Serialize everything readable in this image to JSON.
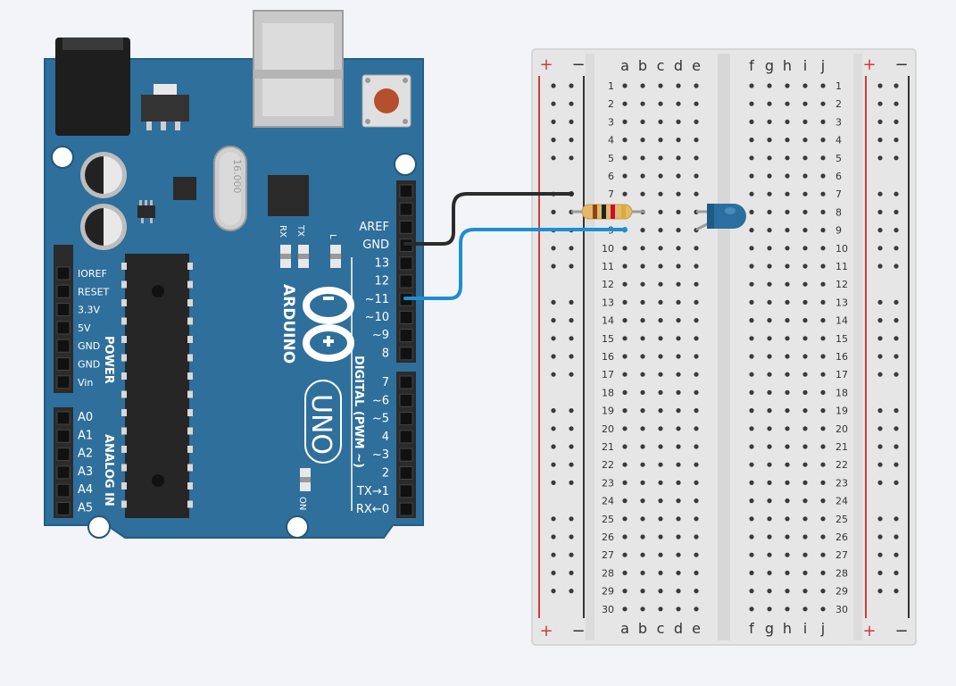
{
  "arduino": {
    "brand": "ARDUINO",
    "model": "UNO",
    "crystal": "16.000",
    "led_labels": {
      "rx": "RX",
      "tx": "TX",
      "l": "L",
      "on": "ON"
    },
    "power_header_title": "POWER",
    "power_pins": [
      "IOREF",
      "RESET",
      "3.3V",
      "5V",
      "GND",
      "GND",
      "Vin"
    ],
    "analog_header_title": "ANALOG IN",
    "analog_pins": [
      "A0",
      "A1",
      "A2",
      "A3",
      "A4",
      "A5"
    ],
    "digital_header_title": "DIGITAL (PWM ~)",
    "digital_pins_top": [
      "AREF",
      "GND",
      "13",
      "12",
      "~11",
      "~10",
      "~9",
      "8"
    ],
    "digital_pins_bottom": [
      "7",
      "~6",
      "~5",
      "4",
      "~3",
      "2",
      "TX→1",
      "RX←0"
    ],
    "colors": {
      "board": "#2f6f9b",
      "board_edge": "#255d85",
      "header": "#2b2b2b"
    }
  },
  "breadboard": {
    "rows": 30,
    "left_columns": [
      "a",
      "b",
      "c",
      "d",
      "e"
    ],
    "right_columns": [
      "f",
      "g",
      "h",
      "i",
      "j"
    ],
    "rail_plus": "+",
    "rail_minus": "−",
    "colors": {
      "body": "#e6e6e6",
      "plus_line": "#d23b3b",
      "minus_line": "#333333"
    }
  },
  "components": {
    "resistor": {
      "bands": [
        "#8b4513",
        "#222222",
        "#c8102e",
        "#d4af37"
      ],
      "body": "#e3b86c"
    },
    "led": {
      "color": "#2a6f9f"
    },
    "wires": [
      {
        "name": "gnd-wire",
        "from": "GND",
        "to": "row 7",
        "color": "#2b2b2b"
      },
      {
        "name": "signal-wire",
        "from": "~11",
        "to": "row 9",
        "color": "#1d8fd1"
      }
    ]
  }
}
